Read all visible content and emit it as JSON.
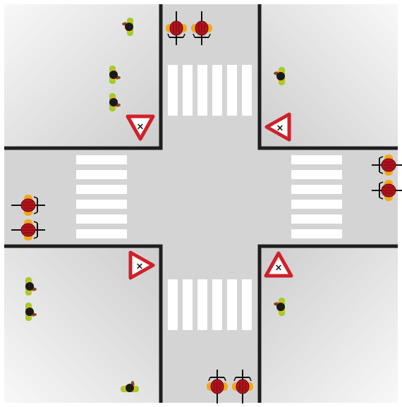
{
  "scene": {
    "type": "intersection-top-view",
    "colors": {
      "road": "#d4d4d4",
      "corner_light": "#f7f7f7",
      "corner_dark": "#c9c9c9",
      "curb": "#1e1e1e",
      "crosswalk": "#ffffff",
      "sign_red": "#d0202a",
      "sign_fill": "#ffffff",
      "pedestrian_body": "#f5b21c",
      "pedestrian_shoulders": "#9fce2a",
      "pedestrian_head": "#1a1a1a",
      "pedestrian_feet": "#8a4a1e",
      "cyclist_helmet": "#b5121b",
      "cyclist_body": "#f2a81c"
    },
    "crosswalks": [
      "north",
      "south",
      "west",
      "east"
    ],
    "yield_signs": [
      {
        "id": "nw",
        "facing": "down",
        "symbol": "×"
      },
      {
        "id": "ne",
        "facing": "left",
        "symbol": "×"
      },
      {
        "id": "sw",
        "facing": "right",
        "symbol": "×"
      },
      {
        "id": "se",
        "facing": "up",
        "symbol": "×"
      }
    ],
    "pedestrians": [
      {
        "id": "p1",
        "corner": "north-west",
        "facing": "left"
      },
      {
        "id": "p2",
        "corner": "north-west",
        "facing": "right"
      },
      {
        "id": "p3",
        "corner": "north-west",
        "facing": "right"
      },
      {
        "id": "p4",
        "corner": "north-east",
        "facing": "left"
      },
      {
        "id": "p5",
        "corner": "south-west",
        "facing": "right"
      },
      {
        "id": "p6",
        "corner": "south-west",
        "facing": "right"
      },
      {
        "id": "p7",
        "corner": "south-west",
        "facing": "up"
      },
      {
        "id": "p8",
        "corner": "south-east",
        "facing": "left"
      }
    ],
    "cyclists": [
      {
        "id": "c1",
        "lane": "north",
        "heading": "down"
      },
      {
        "id": "c2",
        "lane": "north",
        "heading": "down"
      },
      {
        "id": "c3",
        "lane": "south",
        "heading": "up"
      },
      {
        "id": "c4",
        "lane": "south",
        "heading": "up"
      },
      {
        "id": "c5",
        "lane": "west",
        "heading": "right"
      },
      {
        "id": "c6",
        "lane": "west",
        "heading": "right"
      },
      {
        "id": "c7",
        "lane": "east",
        "heading": "left"
      },
      {
        "id": "c8",
        "lane": "east",
        "heading": "left"
      }
    ]
  }
}
